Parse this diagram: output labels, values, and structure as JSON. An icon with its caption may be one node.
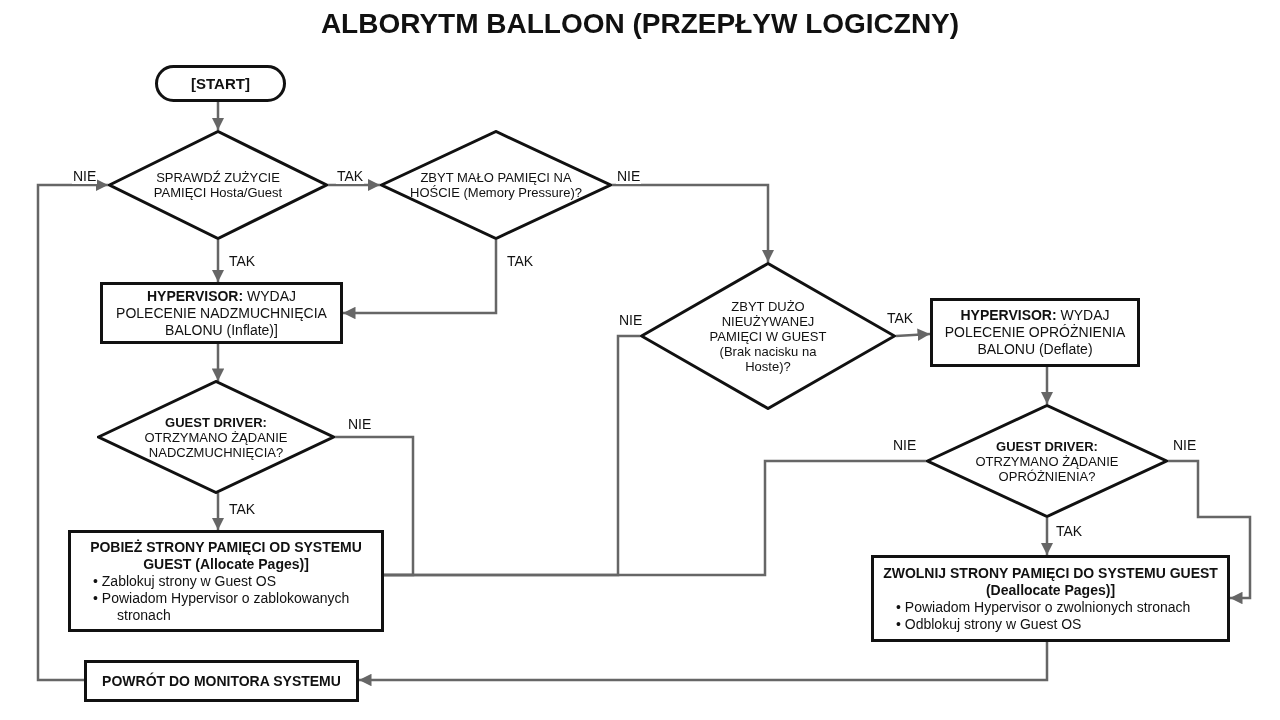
{
  "diagram": {
    "title": "ALBORYTM BALLOON (PRZEPŁYW LOGICZNY)",
    "nodes": [
      {
        "text": [
          "[START]"
        ]
      },
      {
        "text": [
          "SPRAWDŹ ZUŻYCIE PAMIĘCI Hosta/Guest"
        ]
      },
      {
        "text": [
          "ZBYT MAŁO PAMIĘCI NA HOŚCIE (Memory Pressure)?"
        ]
      },
      {
        "text": [
          "**HYPERVISOR:** WYDAJ POLECENIE NADZMUCHNIĘCIA BALONU (Inflate)]"
        ]
      },
      {
        "text": [
          "ZBYT DUŻO NIEUŻYWANEJ PAMIĘCI W GUEST (Brak nacisku na Hoste)?"
        ]
      },
      {
        "text": [
          "**HYPERVISOR:** WYDAJ POLECENIE OPRÓŻNIENIA BALONU (Deflate)"
        ]
      },
      {
        "text": [
          "**GUEST DRIVER:** OTRZYMANO ŻĄDANIE NADCZMUCHNIĘCIA?"
        ]
      },
      {
        "text": [
          "**GUEST DRIVER:** OTRZYMANO ŻĄDANIE OPRÓŻNIENIA?"
        ]
      },
      {
        "text": [
          "POBIEŻ STRONY PAMIĘCI OD SYSTEMU GUEST (Allocate Pages)]",
          "• Zablokuj strony w Guest OS",
          "• Powiadom Hypervisor o zablokowanych stronach"
        ]
      },
      {
        "text": [
          "ZWOLNIJ STRONY PAMIĘCI DO SYSTEMU GUEST (Deallocate Pages)]",
          "• Powiadom Hypervisor o zwolnionych stronach",
          "• Odblokuj strony w Guest OS"
        ]
      },
      {
        "text": [
          "POWRÓT DO MONITORA SYSTEMU"
        ]
      }
    ],
    "edges": [
      {
        "from": 0,
        "to": 1,
        "arrow": "to"
      },
      {
        "from": 1,
        "to": 2,
        "arrow": "to",
        "label": "TAK"
      },
      {
        "from": 1,
        "to": 3,
        "arrow": "to",
        "label": "TAK"
      },
      {
        "from": 2,
        "to": 3,
        "arrow": "to",
        "label": "TAK"
      },
      {
        "from": 2,
        "to": 4,
        "arrow": "to",
        "label": "NIE"
      },
      {
        "from": 4,
        "to": 5,
        "arrow": "to",
        "label": "TAK"
      },
      {
        "from": 3,
        "to": 6,
        "arrow": "to"
      },
      {
        "from": 6,
        "to": 8,
        "arrow": "to",
        "label": "TAK"
      },
      {
        "from": 6,
        "to": 8,
        "arrow": "none",
        "label": "NIE"
      },
      {
        "from": 4,
        "to": 8,
        "arrow": "none",
        "label": "NIE"
      },
      {
        "from": 7,
        "to": 8,
        "arrow": "none",
        "label": "NIE"
      },
      {
        "from": 5,
        "to": 7,
        "arrow": "to"
      },
      {
        "from": 7,
        "to": 9,
        "arrow": "to",
        "label": "TAK"
      },
      {
        "from": 7,
        "to": 9,
        "arrow": "to",
        "label": "NIE"
      },
      {
        "from": 9,
        "to": 10,
        "arrow": "to"
      },
      {
        "from": 10,
        "to": 1,
        "arrow": "to",
        "label": "NIE"
      }
    ]
  }
}
